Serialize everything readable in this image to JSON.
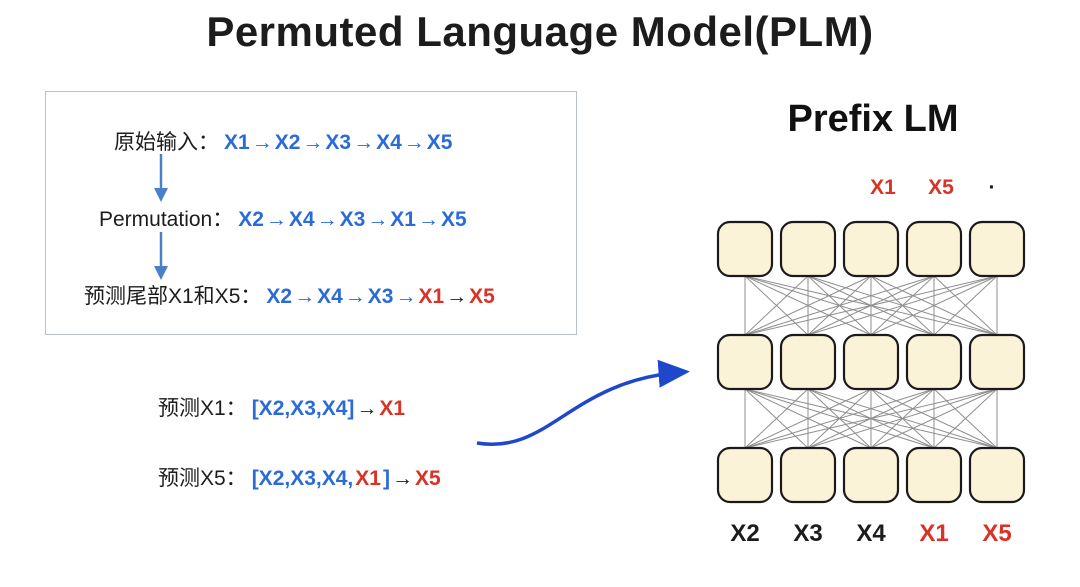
{
  "title": "Permuted Language Model(PLM)",
  "colors": {
    "blue": "#2a6bd8",
    "red": "#d93226",
    "black": "#1c1c1c",
    "arrow": "#1f47cc",
    "down_arrow": "#4a80c8",
    "node_fill": "#fbf3d8",
    "node_stroke": "#1a1a1a",
    "line": "#8f8f8f",
    "box_border": "#b9c2cc"
  },
  "box": {
    "rows": [
      {
        "label": "原始输入：",
        "parts": [
          {
            "t": "X1",
            "c": "blue"
          },
          {
            "t": "→",
            "c": "blue"
          },
          {
            "t": "X2",
            "c": "blue"
          },
          {
            "t": "→",
            "c": "blue"
          },
          {
            "t": "X3",
            "c": "blue"
          },
          {
            "t": "→",
            "c": "blue"
          },
          {
            "t": "X4",
            "c": "blue"
          },
          {
            "t": "→",
            "c": "blue"
          },
          {
            "t": "X5",
            "c": "blue"
          }
        ]
      },
      {
        "label": "Permutation：",
        "parts": [
          {
            "t": "X2",
            "c": "blue"
          },
          {
            "t": "→",
            "c": "blue"
          },
          {
            "t": "X4",
            "c": "blue"
          },
          {
            "t": "→",
            "c": "blue"
          },
          {
            "t": "X3",
            "c": "blue"
          },
          {
            "t": "→",
            "c": "blue"
          },
          {
            "t": "X1",
            "c": "blue"
          },
          {
            "t": "→",
            "c": "blue"
          },
          {
            "t": "X5",
            "c": "blue"
          }
        ]
      },
      {
        "label": "预测尾部X1和X5：",
        "parts": [
          {
            "t": "X2",
            "c": "blue"
          },
          {
            "t": "→",
            "c": "blue"
          },
          {
            "t": "X4",
            "c": "blue"
          },
          {
            "t": "→",
            "c": "blue"
          },
          {
            "t": "X3",
            "c": "blue"
          },
          {
            "t": "→",
            "c": "blue"
          },
          {
            "t": "X1",
            "c": "red"
          },
          {
            "t": "→",
            "c": "black"
          },
          {
            "t": "X5",
            "c": "red"
          }
        ]
      }
    ]
  },
  "predictions": [
    {
      "label": "预测X1：",
      "parts": [
        {
          "t": "[X2,X3,X4]",
          "c": "blue"
        },
        {
          "t": "→",
          "c": "black"
        },
        {
          "t": "X1",
          "c": "red"
        }
      ]
    },
    {
      "label": "预测X5：",
      "parts": [
        {
          "t": "[X2,X3,X4,",
          "c": "blue"
        },
        {
          "t": "X1",
          "c": "red"
        },
        {
          "t": "]",
          "c": "blue"
        },
        {
          "t": "→",
          "c": "black"
        },
        {
          "t": "X5",
          "c": "red"
        }
      ]
    }
  ],
  "prefix_lm": {
    "title": "Prefix LM",
    "top_labels": [
      {
        "t": "X1",
        "c": "red"
      },
      {
        "t": "X5",
        "c": "red"
      },
      {
        "t": "·",
        "c": "black"
      }
    ],
    "bottom_labels": [
      {
        "t": "X2",
        "c": "black"
      },
      {
        "t": "X3",
        "c": "black"
      },
      {
        "t": "X4",
        "c": "black"
      },
      {
        "t": "X1",
        "c": "red"
      },
      {
        "t": "X5",
        "c": "red"
      }
    ],
    "grid": {
      "rows": 3,
      "cols": 5
    }
  }
}
